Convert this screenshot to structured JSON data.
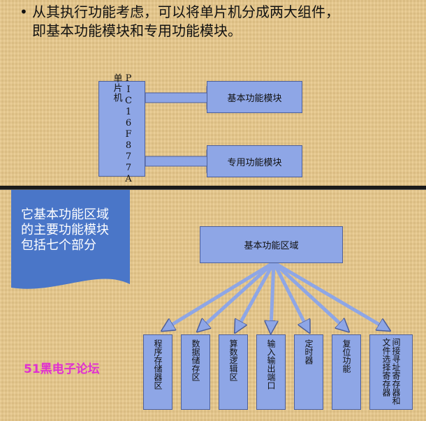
{
  "bullet": {
    "dot": "•",
    "line1": "从其执行功能考虑，可以将单片机分成两大组件，",
    "line2": "即基本功能模块和专用功能模块。"
  },
  "top_diagram": {
    "mcu_label": "PIC16F877A单片机",
    "basic_module": "基本功能模块",
    "special_module": "专用功能模块"
  },
  "banner": {
    "text": "它基本功能区域的主要功能模块包括七个部分"
  },
  "bottom_diagram": {
    "root": "基本功能区域",
    "children": [
      "程序存储器区",
      "数据储存区",
      "算数逻辑区",
      "输入输出端口",
      "定时器",
      "复位功能",
      "间接寻址寄存器和文件选择寄存器"
    ]
  },
  "watermark": "51黑电子论坛",
  "colors": {
    "background": "#e8c88a",
    "box_fill": "#8ea6e6",
    "banner_fill": "#4a76c8",
    "watermark": "#e030d0"
  }
}
